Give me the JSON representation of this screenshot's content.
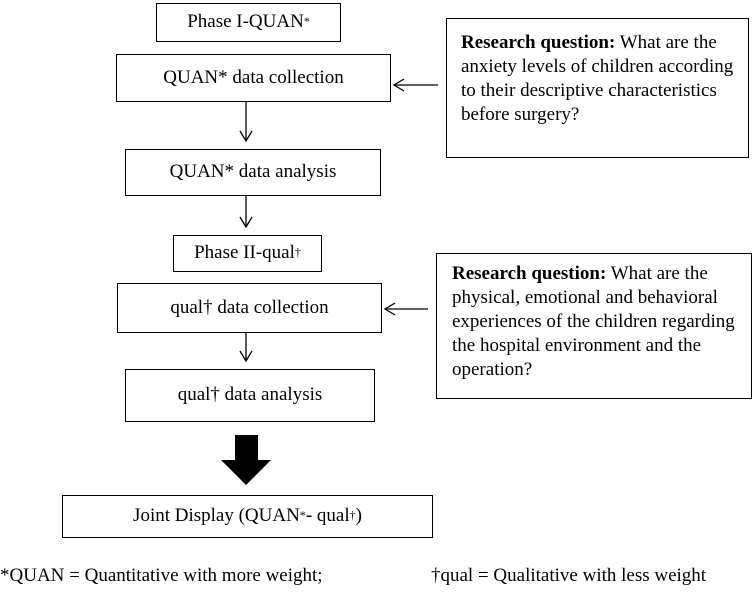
{
  "phase1": {
    "label": "Phase I-QUAN",
    "mark": "*"
  },
  "quan_collection": {
    "label": "QUAN* data collection"
  },
  "quan_analysis": {
    "label": "QUAN* data analysis"
  },
  "phase2": {
    "label": "Phase II-qual",
    "mark": "†"
  },
  "qual_collection": {
    "label": "qual† data collection"
  },
  "qual_analysis": {
    "label": "qual† data analysis"
  },
  "joint_display": {
    "prefix": "Joint Display (QUAN",
    "mark1": "*",
    "middle": "- qual",
    "mark2": "†",
    "suffix": ")"
  },
  "rq1": {
    "heading": "Research question:",
    "text": "What are the anxiety levels of children according to their descriptive characteristics before surgery?"
  },
  "rq2": {
    "heading": "Research question:",
    "text": "What are the physical, emotional and behavioral experiences of the children regarding the hospital environment and the operation?"
  },
  "footnotes": {
    "quan": "*QUAN = Quantitative with more weight;",
    "qual": "†qual = Qualitative with less weight"
  }
}
